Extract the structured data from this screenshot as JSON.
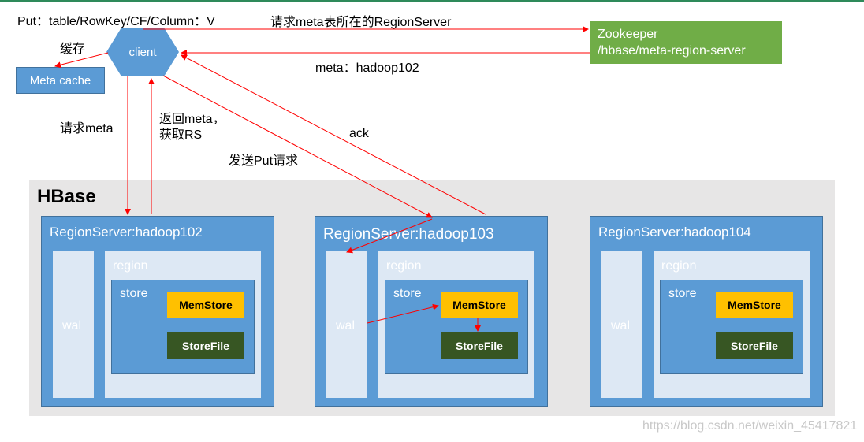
{
  "put_label": "Put：table/RowKey/CF/Column：V",
  "client": "client",
  "cache_label": "缓存",
  "meta_cache": "Meta cache",
  "zk_request": "请求meta表所在的RegionServer",
  "zookeeper": {
    "line1": "Zookeeper",
    "line2": "/hbase/meta-region-server"
  },
  "zk_reply": "meta：hadoop102",
  "request_meta": "请求meta",
  "return_meta": {
    "line1": "返回meta，",
    "line2": "获取RS"
  },
  "send_put": "发送Put请求",
  "ack": "ack",
  "hbase": "HBase",
  "servers": [
    {
      "title": "RegionServer:hadoop102",
      "wal": "wal",
      "region": "region",
      "store": "store",
      "memstore": "MemStore",
      "storefile": "StoreFile"
    },
    {
      "title": "RegionServer:hadoop103",
      "wal": "wal",
      "region": "region",
      "store": "store",
      "memstore": "MemStore",
      "storefile": "StoreFile"
    },
    {
      "title": "RegionServer:hadoop104",
      "wal": "wal",
      "region": "region",
      "store": "store",
      "memstore": "MemStore",
      "storefile": "StoreFile"
    }
  ],
  "watermark": "https://blog.csdn.net/weixin_45417821"
}
